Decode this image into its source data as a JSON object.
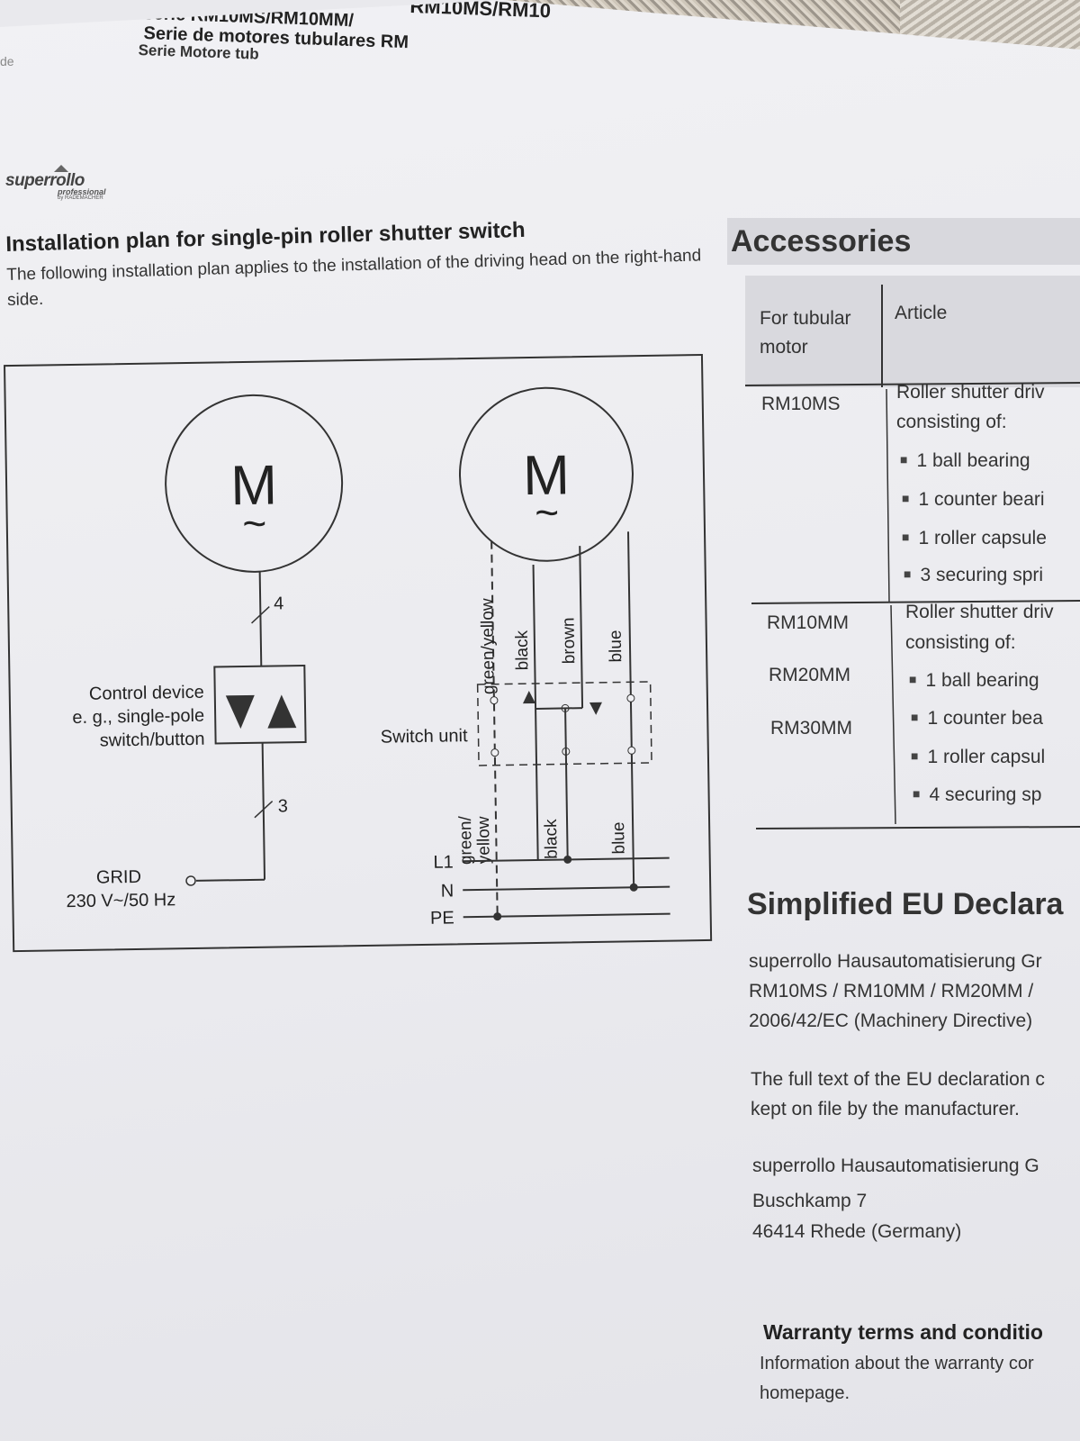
{
  "header": {
    "line0": "RM10MS/RM10",
    "line1": "serie RM10MS/RM10MM/",
    "line2": "Serie de motores tubulares RM",
    "line3": "Serie Motore tub",
    "edge": "de"
  },
  "logo": {
    "name": "superrollo",
    "sub": "professional",
    "by": "by RADEMACHER"
  },
  "install": {
    "title": "Installation plan for single-pin roller shutter switch",
    "text": "The following installation plan applies to the installation of the driving head on the right-hand side."
  },
  "diagram": {
    "motor_symbol": "M",
    "motor_tilde": "~",
    "wire_count_top": "4",
    "wire_count_bottom": "3",
    "control_line1": "Control device",
    "control_line2": "e. g., single-pole",
    "control_line3": "switch/button",
    "grid_label": "GRID",
    "grid_voltage": "230 V~/50 Hz",
    "switch_unit": "Switch unit",
    "wire_green_yellow": "green/yellow",
    "wire_black": "black",
    "wire_brown": "brown",
    "wire_blue": "blue",
    "low_green": "green/",
    "low_yellow": "yellow",
    "low_black": "black",
    "low_blue": "blue",
    "L1": "L1",
    "N": "N",
    "PE": "PE"
  },
  "accessories": {
    "title": "Accessories",
    "col1_header_l1": "For tubular",
    "col1_header_l2": "motor",
    "col2_header": "Article",
    "rows": [
      {
        "motors": [
          "RM10MS"
        ],
        "article_l1": "Roller shutter driv",
        "article_l2": "consisting of:",
        "items": [
          "1 ball bearing",
          "1 counter beari",
          "1 roller capsule",
          "3 securing spri"
        ]
      },
      {
        "motors": [
          "RM10MM",
          "RM20MM",
          "RM30MM"
        ],
        "article_l1": "Roller shutter driv",
        "article_l2": "consisting of:",
        "items": [
          "1 ball bearing",
          "1 counter bea",
          "1 roller capsul",
          "4 securing sp"
        ]
      }
    ]
  },
  "eu": {
    "title": "Simplified EU Declara",
    "l1": "superrollo Hausautomatisierung Gr",
    "l2": "RM10MS / RM10MM / RM20MM /",
    "l3": "2006/42/EC (Machinery Directive)",
    "l4": "The full text of the EU declaration c",
    "l5": "kept on file by the manufacturer.",
    "l6": "superrollo Hausautomatisierung G",
    "l7": "Buschkamp 7",
    "l8": "46414 Rhede (Germany)"
  },
  "warranty": {
    "title": "Warranty terms and conditio",
    "l1": "Information about the warranty cor",
    "l2": "homepage."
  }
}
